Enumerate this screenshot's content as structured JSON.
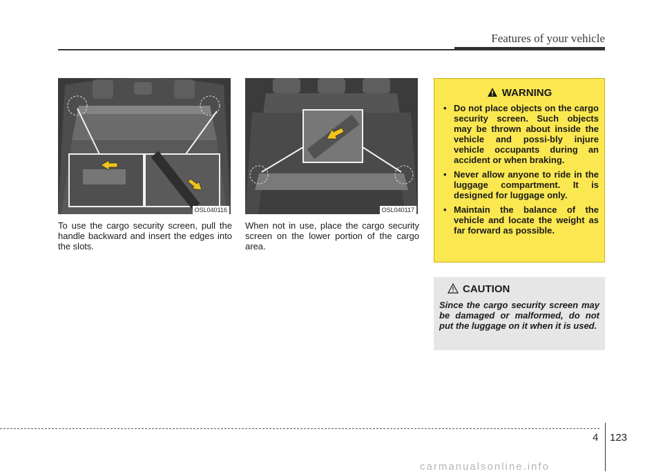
{
  "header": {
    "section_title": "Features of your vehicle"
  },
  "photos": [
    {
      "code": "OSL040116"
    },
    {
      "code": "OSL040117"
    }
  ],
  "captions": [
    "To use the cargo security screen, pull the handle backward and insert the edges into the slots.",
    "When not in use, place the cargo security screen on the lower portion of the  cargo area."
  ],
  "warning": {
    "title": "WARNING",
    "items": [
      "Do not place objects on the cargo security screen. Such objects may be thrown about inside the vehicle and possi-bly injure vehicle occupants during an accident or when braking.",
      "Never allow anyone to ride in the luggage compartment. It is designed for luggage only.",
      "Maintain the balance of the vehicle and locate the weight as far forward as possible."
    ]
  },
  "caution": {
    "title": "CAUTION",
    "text": "Since the cargo security screen may be damaged or malformed, do not put the luggage on it when it is used."
  },
  "footer": {
    "chapter": "4",
    "page": "123",
    "watermark": "carmanualsonline.info"
  },
  "colors": {
    "warning_bg": "#fbe850",
    "caution_bg": "#e6e6e6",
    "arrow": "#f0c419"
  }
}
